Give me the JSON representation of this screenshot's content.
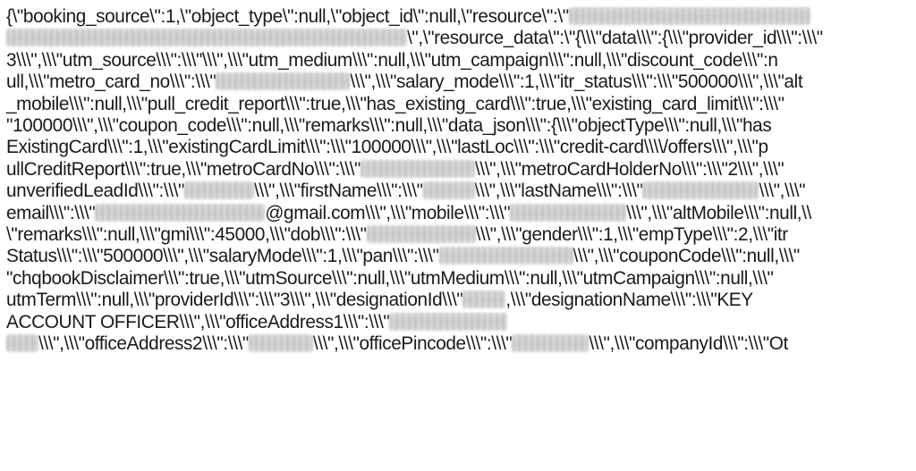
{
  "lines": [
    {
      "segments": [
        "{\\\"booking_source\\\":1,\\\"object_type\\\":null,\\\"object_id\\\":null,\\\"resource\\\":\\\"",
        {
          "redacted": 270
        }
      ]
    },
    {
      "segments": [
        {
          "redacted": 448
        },
        "\\\",\\\"resource_data\\\":\\\"{\\\\\\\"data\\\\\\\":{\\\\\\\"provider_id\\\\\\\":\\\\\\\""
      ]
    },
    {
      "segments": [
        "3\\\\\\\",\\\\\\\"utm_source\\\\\\\":\\\\\\\"\\\\\\\",\\\\\\\"utm_medium\\\\\\\":null,\\\\\\\"utm_campaign\\\\\\\":null,\\\\\\\"discount_code\\\\\\\":n"
      ]
    },
    {
      "segments": [
        "ull,\\\\\\\"metro_card_no\\\\\\\":\\\\\\\"",
        {
          "redacted": 150
        },
        "\\\\\\\",\\\\\\\"salary_mode\\\\\\\":1,\\\\\\\"itr_status\\\\\\\":\\\\\\\"500000\\\\\\\",\\\\\\\"alt"
      ]
    },
    {
      "segments": [
        "_mobile\\\\\\\":null,\\\\\\\"pull_credit_report\\\\\\\":true,\\\\\\\"has_existing_card\\\\\\\":true,\\\\\\\"existing_card_limit\\\\\\\":\\\\\\\""
      ]
    },
    {
      "segments": [
        "\"100000\\\\\\\",\\\\\\\"coupon_code\\\\\\\":null,\\\\\\\"remarks\\\\\\\":null,\\\\\\\"data_json\\\\\\\":{\\\\\\\"objectType\\\\\\\":null,\\\\\\\"has"
      ]
    },
    {
      "segments": [
        "ExistingCard\\\\\\\":1,\\\\\\\"existingCardLimit\\\\\\\":\\\\\\\"100000\\\\\\\",\\\\\\\"lastLoc\\\\\\\":\\\\\\\"credit-card\\\\\\\\/offers\\\\\\\",\\\\\\\"p"
      ]
    },
    {
      "segments": [
        "ullCreditReport\\\\\\\":true,\\\\\\\"metroCardNo\\\\\\\":\\\\\\\"",
        {
          "redacted": 128
        },
        "\\\\\\\",\\\\\\\"metroCardHolderNo\\\\\\\":\\\\\\\"2\\\\\\\",\\\\\\\""
      ]
    },
    {
      "segments": [
        "unverifiedLeadId\\\\\\\":\\\\\\\"",
        {
          "redacted": 78
        },
        "\\\\\\\",\\\\\\\"firstName\\\\\\\":\\\\\\\"",
        {
          "redacted": 58
        },
        "\\\\\\\",\\\\\\\"lastName\\\\\\\":\\\\\\\"",
        {
          "redacted": 130
        },
        "\\\\\\\",\\\\\\\""
      ]
    },
    {
      "segments": [
        "email\\\\\\\":\\\\\\\"",
        {
          "redacted": 190
        },
        "@gmail.com\\\\\\\",\\\\\\\"mobile\\\\\\\":\\\\\\\"",
        {
          "redacted": 130
        },
        "\\\\\\\",\\\\\\\"altMobile\\\\\\\":null,\\\\"
      ]
    },
    {
      "segments": [
        "\\\"remarks\\\\\\\":null,\\\\\\\"gmi\\\\\\\":45000,\\\\\\\"dob\\\\\\\":\\\\\\\"",
        {
          "redacted": 122
        },
        "\\\\\\\",\\\\\\\"gender\\\\\\\":1,\\\\\\\"empType\\\\\\\":2,\\\\\\\"itr"
      ]
    },
    {
      "segments": [
        "Status\\\\\\\":\\\\\\\"500000\\\\\\\",\\\\\\\"salaryMode\\\\\\\":1,\\\\\\\"pan\\\\\\\":\\\\\\\"",
        {
          "redacted": 150
        },
        "\\\\\\\",\\\\\\\"couponCode\\\\\\\":null,\\\\\\\""
      ]
    },
    {
      "segments": [
        "\"chqbookDisclaimer\\\\\\\":true,\\\\\\\"utmSource\\\\\\\":null,\\\\\\\"utmMedium\\\\\\\":null,\\\\\\\"utmCampaign\\\\\\\":null,\\\\\\\""
      ]
    },
    {
      "segments": [
        "utmTerm\\\\\\\":null,\\\\\\\"providerId\\\\\\\":\\\\\\\"3\\\\\\\",\\\\\\\"designationId\\\\\\\"",
        {
          "redacted": 48
        },
        ",\\\\\\\"designationName\\\\\\\":\\\\\\\"KEY"
      ]
    },
    {
      "segments": [
        "ACCOUNT OFFICER\\\\\\\",\\\\\\\"officeAddress1\\\\\\\":\\\\\\\"",
        {
          "redacted": 132
        }
      ]
    },
    {
      "segments": [
        {
          "redacted": 36
        },
        "\\\\\\\",\\\\\\\"officeAddress2\\\\\\\":\\\\\\\"",
        {
          "redacted": 72
        },
        "\\\\\\\",\\\\\\\"officePincode\\\\\\\":\\\\\\\"",
        {
          "redacted": 86
        },
        "\\\\\\\",\\\\\\\"companyId\\\\\\\":\\\\\\\"Ot"
      ]
    }
  ]
}
